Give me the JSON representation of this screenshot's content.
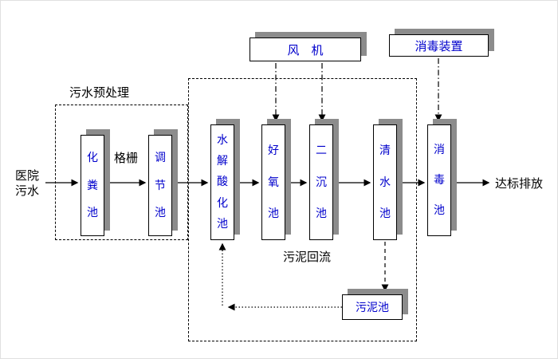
{
  "diagram": {
    "influent_label": "医院\n污水",
    "effluent_label": "达标排放",
    "pretreatment_label": "污水预处理",
    "screen_label": "格栅",
    "sludge_return_label": "污泥回流"
  },
  "equipment": {
    "fan": "风　机",
    "disinfection_device": "消毒装置",
    "sludge_tank": "污泥池"
  },
  "tanks": [
    {
      "label": "化粪池"
    },
    {
      "label": "调节池"
    },
    {
      "label": "水解酸化池"
    },
    {
      "label": "好氧池"
    },
    {
      "label": "二沉池"
    },
    {
      "label": "清水池"
    },
    {
      "label": "消毒池"
    }
  ],
  "colors": {
    "box_text": "#0000cc",
    "label_text": "#000000",
    "shadow": "#8c8c8c",
    "line": "#000000",
    "background": "#ffffff"
  }
}
